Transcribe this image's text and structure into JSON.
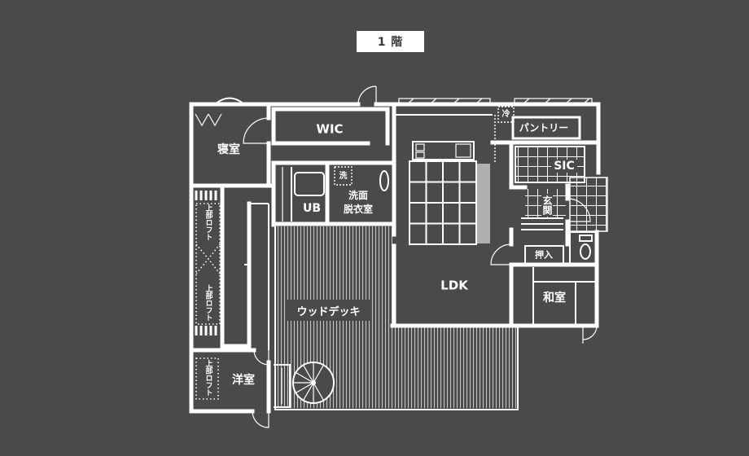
{
  "floor_label": "1 階",
  "rooms": {
    "bedroom": "寝室",
    "wic": "WIC",
    "washer": "洗",
    "unit_bath": "UB",
    "washroom_line1": "洗面",
    "washroom_line2": "脱衣室",
    "wood_deck": "ウッドデッキ",
    "ldk": "LDK",
    "fridge": "冷",
    "pantry": "パントリー",
    "sic": "SIC",
    "entrance": "玄関",
    "closet": "押入",
    "japanese_room": "和室",
    "western_room": "洋室",
    "loft": [
      "上部ロフト",
      "上部ロフト",
      "上部ロフト"
    ]
  },
  "colors": {
    "background": "#4a4a4a",
    "wall": "#ffffff",
    "title_box": "#ffffff",
    "title_text": "#3a3a3a",
    "counter_accent": "#b0b0b0",
    "deck_stripe": "#c8c8c8"
  }
}
